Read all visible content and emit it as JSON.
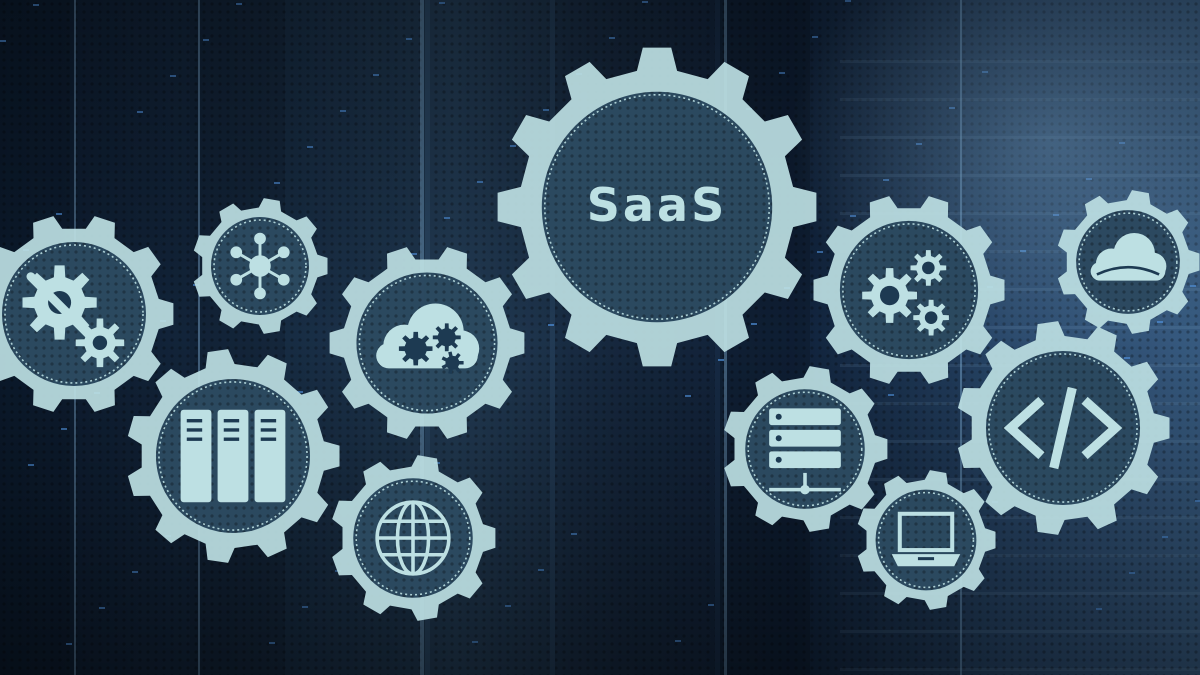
{
  "scene": {
    "headline": "SaaS",
    "colors": {
      "gear": "#bde0e3",
      "gear_inner": "#1d3a52",
      "rack_dark": "#0b1828",
      "led": "#4f8fd8",
      "glow": "#9fd4ff"
    },
    "gears": [
      {
        "name": "saas-gear",
        "icon": "saas-text"
      },
      {
        "name": "settings-gear",
        "icon": "settings-icon"
      },
      {
        "name": "network-gear",
        "icon": "network-icon"
      },
      {
        "name": "cloud-settings-gear",
        "icon": "cloud-settings-icon"
      },
      {
        "name": "servers-gear",
        "icon": "server-cabinets-icon"
      },
      {
        "name": "globe-gear",
        "icon": "globe-icon"
      },
      {
        "name": "cogs-gear",
        "icon": "cogs-icon"
      },
      {
        "name": "cloud-gear",
        "icon": "cloud-icon"
      },
      {
        "name": "database-gear",
        "icon": "database-icon"
      },
      {
        "name": "code-gear",
        "icon": "code-icon"
      },
      {
        "name": "laptop-gear",
        "icon": "laptop-icon"
      }
    ]
  }
}
